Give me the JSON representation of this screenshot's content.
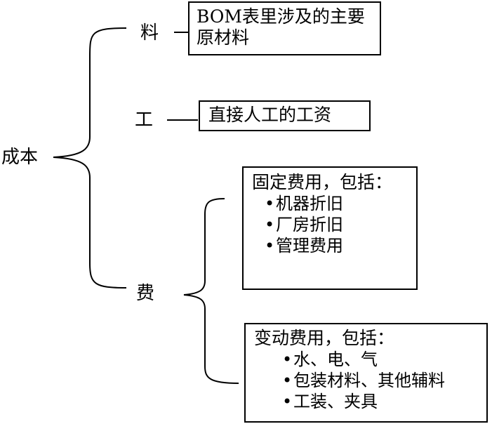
{
  "root": "成本",
  "branches": {
    "material": {
      "label": "料",
      "box_text": "BOM表里涉及的主要原材料"
    },
    "labor": {
      "label": "工",
      "box_text": "直接人工的工资"
    },
    "expense": {
      "label": "费",
      "fixed": {
        "title": "固定费用，包括：",
        "items": [
          "机器折旧",
          "厂房折旧",
          "管理费用"
        ]
      },
      "variable": {
        "title": "变动费用，包括：",
        "items": [
          "水、电、气",
          "包装材料、其他辅料",
          "工装、夹具"
        ]
      }
    }
  },
  "bullet": "•"
}
